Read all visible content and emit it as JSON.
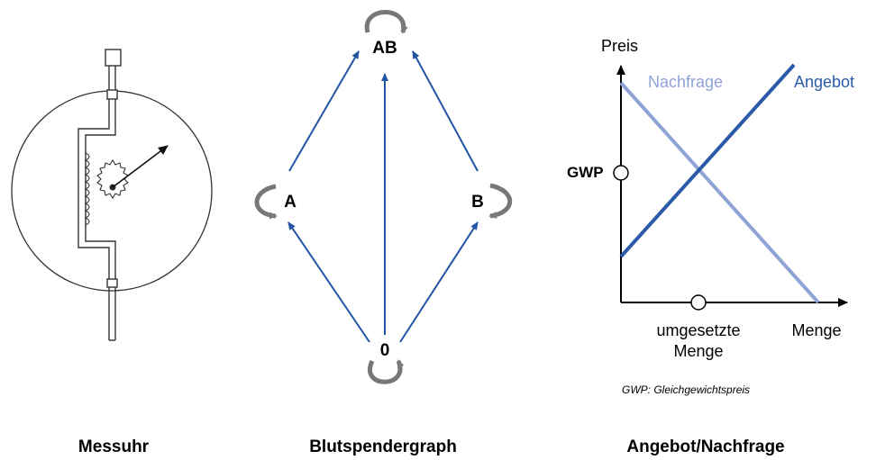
{
  "captions": {
    "messuhr": "Messuhr",
    "graph": "Blutspendergraph",
    "market": "Angebot/Nachfrage"
  },
  "graph": {
    "nodes": {
      "ab": "AB",
      "a": "A",
      "b": "B",
      "zero": "0"
    },
    "edge_color": "#2255a4",
    "loop_color": "#777777"
  },
  "market": {
    "y_axis_label": "Preis",
    "x_axis_label": "Menge",
    "demand_label": "Nachfrage",
    "supply_label": "Angebot",
    "equilibrium_price_label": "GWP",
    "quantity_label_line1": "umgesetzte",
    "quantity_label_line2": "Menge",
    "footnote": "GWP: Gleichgewichtspreis",
    "demand_color": "#8ea3d6",
    "supply_color": "#2a5aa8"
  }
}
